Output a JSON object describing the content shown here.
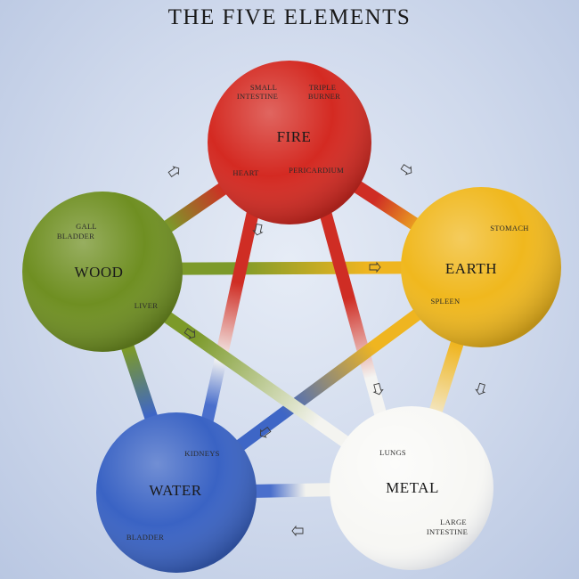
{
  "title": "THE FIVE ELEMENTS",
  "elements": {
    "fire": {
      "label": "FIRE",
      "color": "#d42a22",
      "organs": [
        "SMALL",
        "INTESTINE",
        "TRIPLE",
        "BURNER",
        "HEART",
        "PERICARDIUM"
      ]
    },
    "earth": {
      "label": "EARTH",
      "color": "#f0b81e",
      "organs": [
        "STOMACH",
        "SPLEEN"
      ]
    },
    "metal": {
      "label": "METAL",
      "color": "#f7f7f4",
      "organs": [
        "LUNGS",
        "LARGE",
        "INTESTINE"
      ]
    },
    "water": {
      "label": "WATER",
      "color": "#3a63c4",
      "organs": [
        "KIDNEYS",
        "BLADDER"
      ]
    },
    "wood": {
      "label": "WOOD",
      "color": "#6f8f22",
      "organs": [
        "GALL",
        "BLADDER",
        "LIVER"
      ]
    }
  }
}
